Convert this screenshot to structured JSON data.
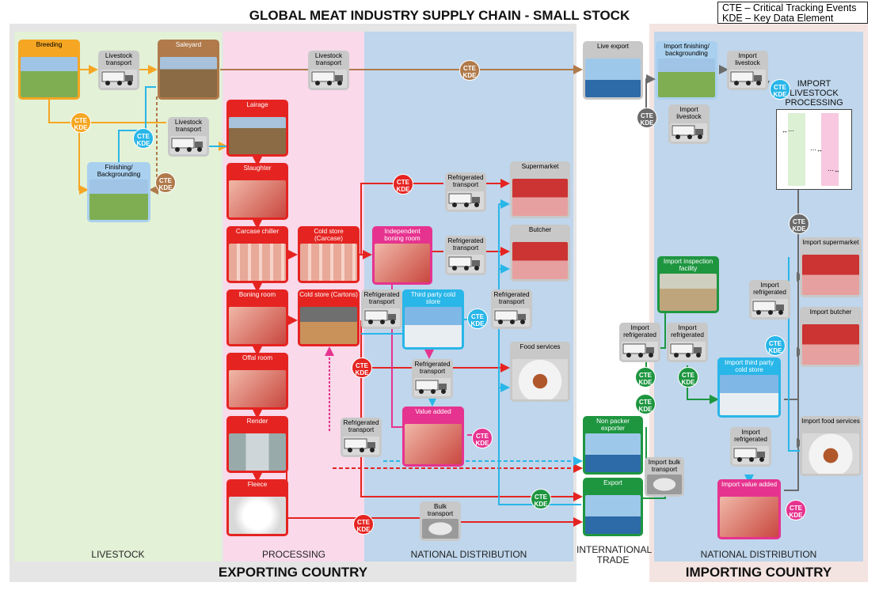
{
  "title": "GLOBAL MEAT INDUSTRY SUPPLY CHAIN - SMALL STOCK",
  "legend": {
    "line1": "CTE – Critical Tracking Events",
    "line2": "KDE – Key Data Element"
  },
  "zones": {
    "livestock": "LIVESTOCK",
    "processing": "PROCESSING",
    "national_distribution_export": "NATIONAL DISTRIBUTION",
    "international_trade": "INTERNATIONAL TRADE",
    "national_distribution_import": "NATIONAL DISTRIBUTION"
  },
  "countries": {
    "exporting": "EXPORTING COUNTRY",
    "importing": "IMPORTING COUNTRY"
  },
  "badge_text": {
    "cte": "CTE",
    "kde": "KDE"
  },
  "nodes": {
    "breeding": "Breeding",
    "livestock_transport_1": "Livestock transport",
    "saleyard": "Saleyard",
    "livestock_transport_2": "Livestock transport",
    "livestock_transport_3": "Livestock transport",
    "finishing": "Finishing/ Backgrounding",
    "lairage": "Lairage",
    "slaughter": "Slaughter",
    "carcase_chiller": "Carcase chiller",
    "boning_room": "Boning room",
    "offal_room": "Offal room",
    "render": "Render",
    "fleece": "Fleece",
    "cold_store_carcase": "Cold store (Carcase)",
    "cold_store_cartons": "Cold store (Cartons)",
    "independent_boning": "Independent boning room",
    "refrig_1": "Refrigerated transport",
    "refrig_2": "Refrigerated transport",
    "refrig_3": "Refrigerated transport",
    "refrig_4": "Refrigerated transport",
    "refrig_5": "Refrigerated transport",
    "refrig_6": "Refrigerated transport",
    "third_party_cold": "Third party cold store",
    "value_added": "Value added",
    "supermarket": "Supermarket",
    "butcher": "Butcher",
    "food_services": "Food services",
    "bulk_transport": "Bulk transport",
    "live_export": "Live export",
    "non_packer_exporter": "Non packer exporter",
    "export": "Export",
    "import_finishing": "Import finishing/ backgrounding",
    "import_livestock_transport_1": "Import livestock transport",
    "import_livestock_transport_2": "Import livestock transport",
    "import_livestock_processing": "IMPORT LIVESTOCK PROCESSING",
    "import_inspection": "Import inspection facility",
    "import_refrig_1": "Import refrigerated transport",
    "import_refrig_2": "Import refrigerated transport",
    "import_refrig_3": "Import refrigerated transport",
    "import_refrig_4": "Import refrigerated transport",
    "import_third_party_cold": "Import third party cold store",
    "import_bulk_transport": "Import bulk transport",
    "import_value_added": "Import value added",
    "import_supermarket": "Import supermarket",
    "import_butcher": "Import butcher",
    "import_food_services": "Import food services"
  },
  "colors": {
    "livestock_bg": "#e3f1d6",
    "processing_bg": "#f9d9ea",
    "national_bg": "#bfd6ec",
    "import_bg": "#bfd6ec",
    "outer_gray": "#e5e5e5",
    "import_outer": "#f4e4e1",
    "orange": "#f5a623",
    "brown": "#b07a4a",
    "red": "#e52421",
    "pink": "#e6338f",
    "cyan": "#29b6e8",
    "green": "#1e9640",
    "darkgray": "#6b6b6b",
    "gray": "#c8c8c8",
    "light_blue_node": "#a9d0ee"
  }
}
